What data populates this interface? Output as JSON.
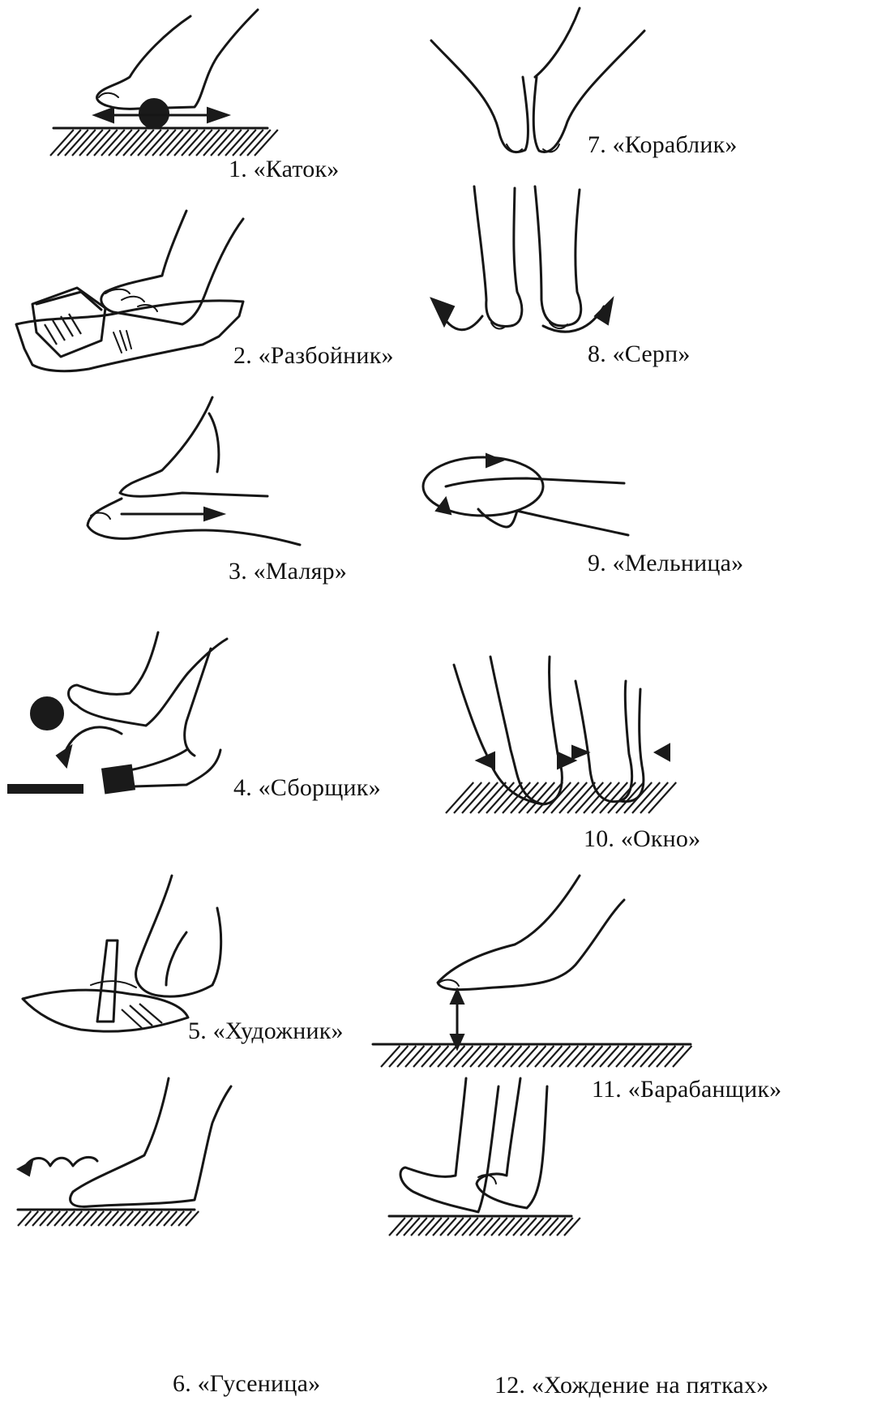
{
  "exercises": [
    {
      "number": "1.",
      "name": "«Каток»"
    },
    {
      "number": "2.",
      "name": "«Разбойник»"
    },
    {
      "number": "3.",
      "name": "«Маляр»"
    },
    {
      "number": "4.",
      "name": "«Сборщик»"
    },
    {
      "number": "5.",
      "name": "«Художник»"
    },
    {
      "number": "6.",
      "name": "«Гусеница»"
    },
    {
      "number": "7.",
      "name": "«Кораблик»"
    },
    {
      "number": "8.",
      "name": "«Серп»"
    },
    {
      "number": "9.",
      "name": "«Мельница»"
    },
    {
      "number": "10.",
      "name": "«Окно»"
    },
    {
      "number": "11.",
      "name": "«Барабанщик»"
    },
    {
      "number": "12.",
      "name": "«Хождение на пятках»"
    }
  ]
}
